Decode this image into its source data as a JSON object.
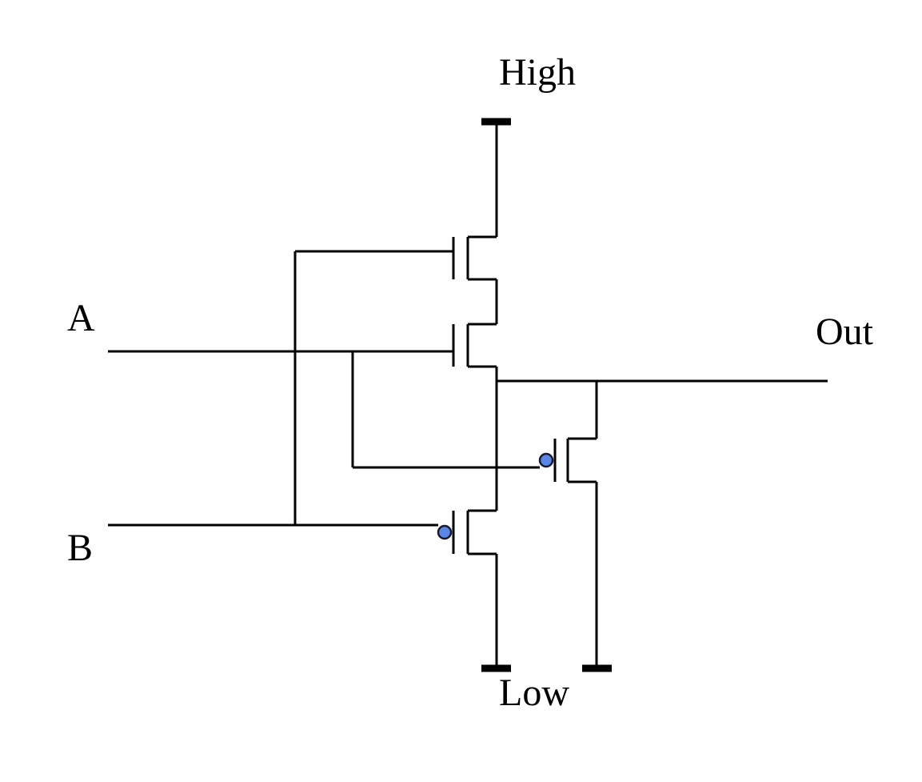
{
  "labels": {
    "high": "High",
    "low": "Low",
    "a": "A",
    "b": "B",
    "out": "Out"
  },
  "colors": {
    "wire": "#000000",
    "bubble": "#5b86e5",
    "background": "#ffffff"
  }
}
